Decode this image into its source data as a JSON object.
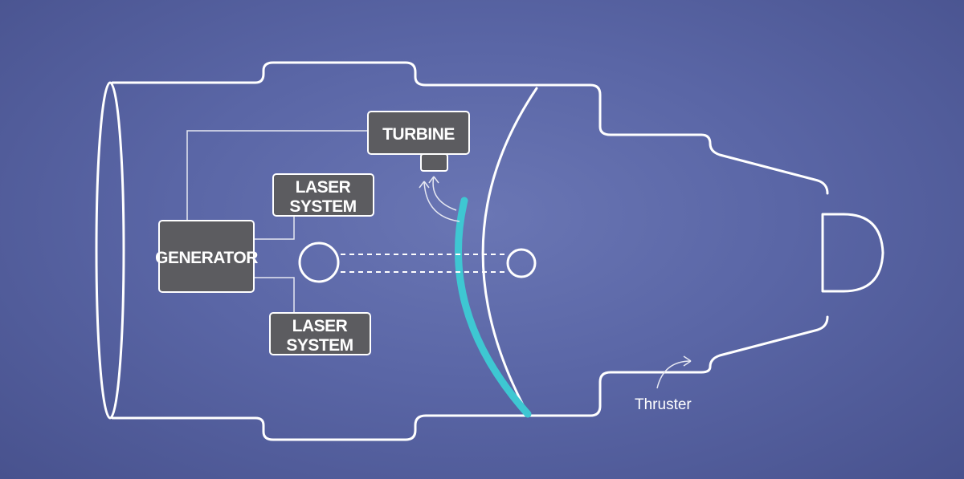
{
  "labels": {
    "turbine": "TURBINE",
    "laser_top_line1": "LASER",
    "laser_top_line2": "SYSTEM",
    "generator": "GENERATOR",
    "laser_bottom_line1": "LASER",
    "laser_bottom_line2": "SYSTEM",
    "thruster": "Thruster"
  },
  "colors": {
    "background": "#5a66a6",
    "outline": "#ffffff",
    "component_box": "#5c5c60",
    "mirror": "#3ec7d2"
  }
}
